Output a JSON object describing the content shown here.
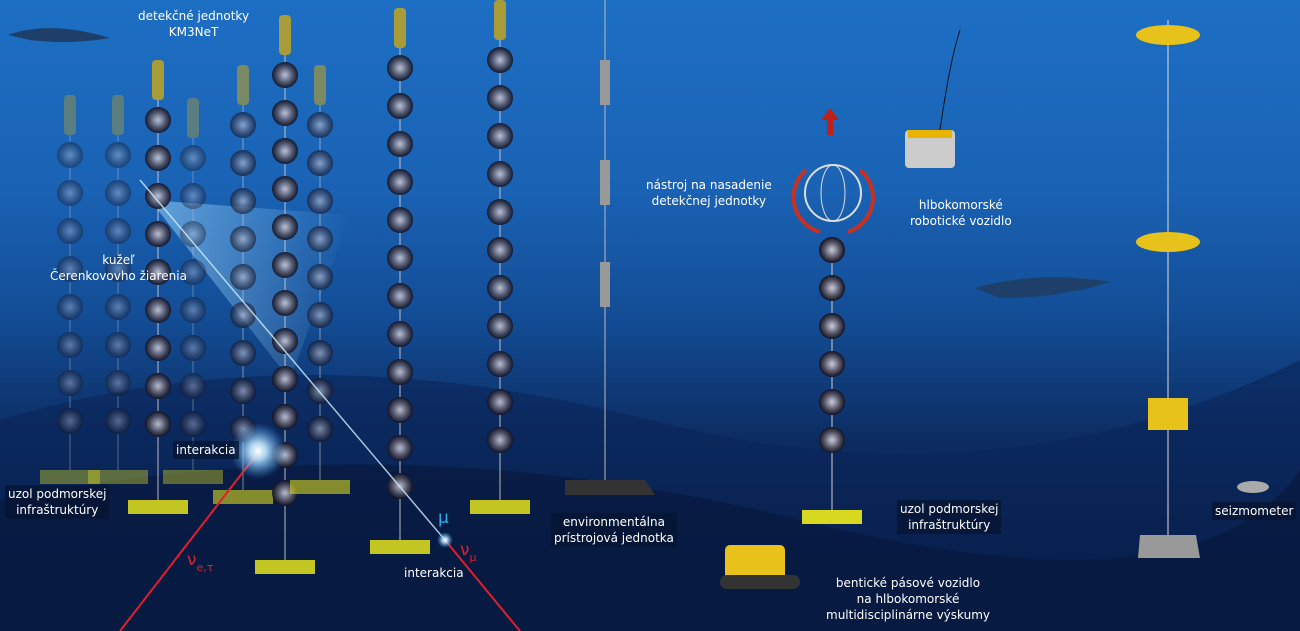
{
  "labels": {
    "detection_units": "detekčné jednotky\nKM3NeT",
    "cherenkov_cone": "kužeľ\nČerenkovovho žiarenia",
    "interaction_1": "interakcia",
    "interaction_2": "interakcia",
    "node_left": "uzol podmorskej\ninfraštruktúry",
    "node_right": "uzol podmorskej\ninfraštruktúry",
    "deployment_tool": "nástroj na nasadenie\ndetekčnej jednotky",
    "rov": "hlbokomorské\nrobotické vozidlo",
    "environmental_unit": "environmentálna\nprístrojová jednotka",
    "benthic_vehicle": "bentické pásové vozidlo\nna hlbokomorské\nmultidisciplinárne výskumy",
    "seismometer": "seizmometer"
  },
  "particles": {
    "nu_e_tau": "ν",
    "nu_e_tau_sub": "e,τ",
    "nu_mu": "ν",
    "nu_mu_sub": "μ",
    "muon": "μ"
  },
  "colors": {
    "neutrino": "#e0202a",
    "muon": "#2ab0f0",
    "buoy": "#b8a12a",
    "base": "#d8d820"
  }
}
